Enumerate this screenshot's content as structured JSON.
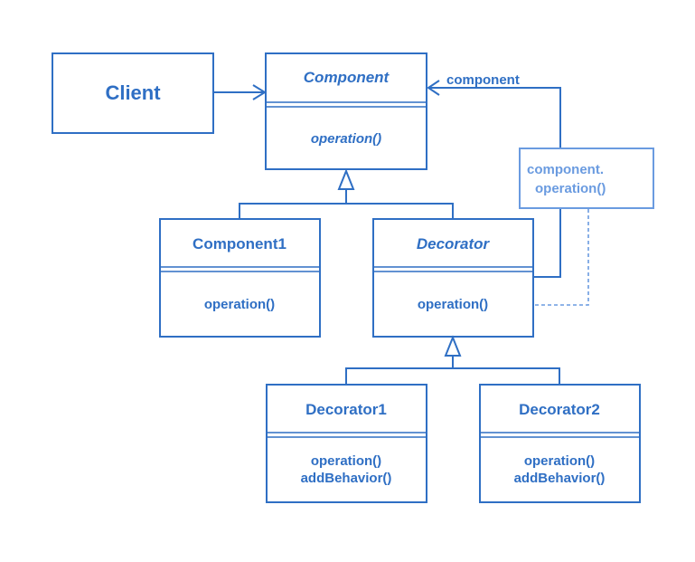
{
  "classes": {
    "client": {
      "name": "Client"
    },
    "component": {
      "name": "Component",
      "operations": [
        "operation()"
      ]
    },
    "component1": {
      "name": "Component1",
      "operations": [
        "operation()"
      ]
    },
    "decorator": {
      "name": "Decorator",
      "operations": [
        "operation()"
      ]
    },
    "decorator1": {
      "name": "Decorator1",
      "operations": [
        "operation()",
        "addBehavior()"
      ]
    },
    "decorator2": {
      "name": "Decorator2",
      "operations": [
        "operation()",
        "addBehavior()"
      ]
    }
  },
  "association_label": "component",
  "note": {
    "lines": [
      "component.",
      "operation()"
    ]
  },
  "colors": {
    "primary": "#2f6fc4",
    "note": "#6a9be0"
  }
}
